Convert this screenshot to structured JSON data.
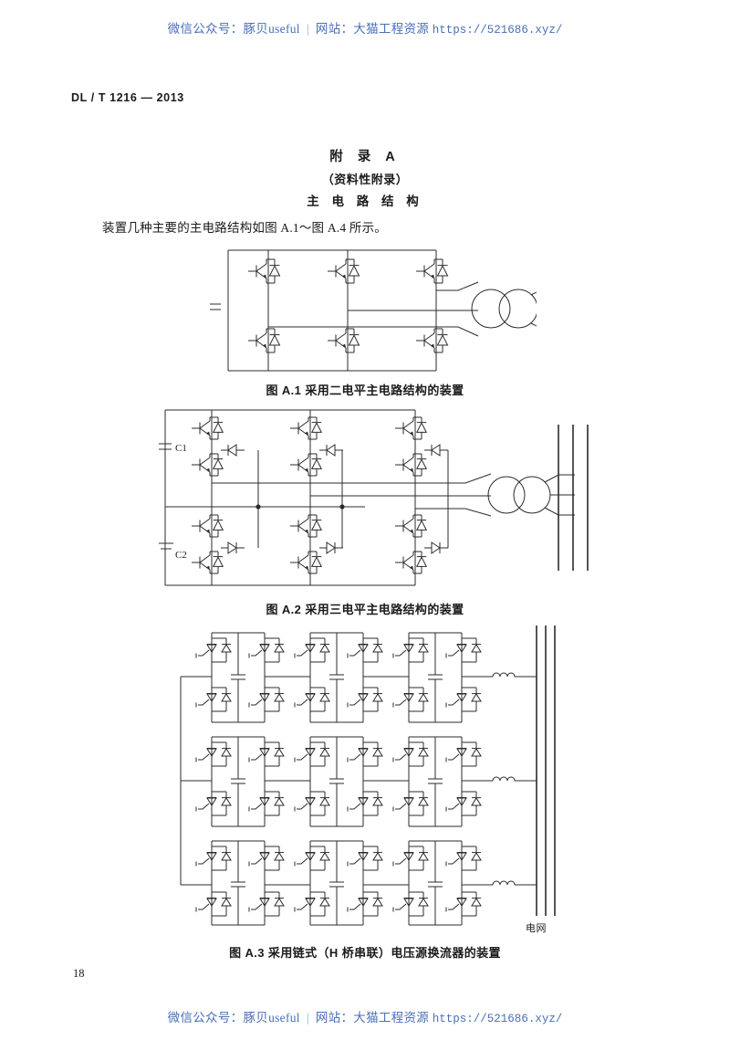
{
  "watermark": {
    "wechat_label": "微信公众号：",
    "wechat_value": "豚贝useful",
    "separator": "|",
    "site_label": "网站：",
    "site_value": "大猫工程资源",
    "url": "https://521686.xyz/"
  },
  "header": {
    "standard_number": "DL / T 1216 — 2013"
  },
  "annex": {
    "title": "附 录 A",
    "subtitle": "（资料性附录）",
    "heading": "主 电 路 结 构",
    "lead_paragraph": "装置几种主要的主电路结构如图 A.1～图 A.4 所示。"
  },
  "figures": [
    {
      "id": "A.1",
      "caption": "图 A.1   采用二电平主电路结构的装置",
      "type": "two-level-vsc",
      "dc_symbol": "=",
      "switch_count": 6,
      "phase_legs": 3,
      "transformer": "two-winding",
      "grid_bus_lines": 3,
      "labels": []
    },
    {
      "id": "A.2",
      "caption": "图 A.2   采用三电平主电路结构的装置",
      "type": "three-level-npc-vsc",
      "switch_count": 12,
      "clamping_diodes": 6,
      "phase_legs": 3,
      "transformer": "two-winding",
      "grid_bus_lines": 3,
      "labels": [
        {
          "text": "C1",
          "meaning": "upper-dc-capacitor"
        },
        {
          "text": "C2",
          "meaning": "lower-dc-capacitor"
        }
      ]
    },
    {
      "id": "A.3",
      "caption": "图 A.3   采用链式（H 桥串联）电压源换流器的装置",
      "type": "cascaded-h-bridge-vsc",
      "phases": 3,
      "cells_per_phase": 3,
      "switches_per_cell": 4,
      "reactors": 3,
      "grid_bus_lines": 3,
      "labels": [
        {
          "text": "电网",
          "meaning": "power-grid"
        }
      ]
    }
  ],
  "footer": {
    "page_number": "18"
  },
  "colors": {
    "ink": "#1a1a1a",
    "watermark": "#4a6fb5",
    "paper": "#ffffff",
    "wire": "#2b2b2b"
  }
}
